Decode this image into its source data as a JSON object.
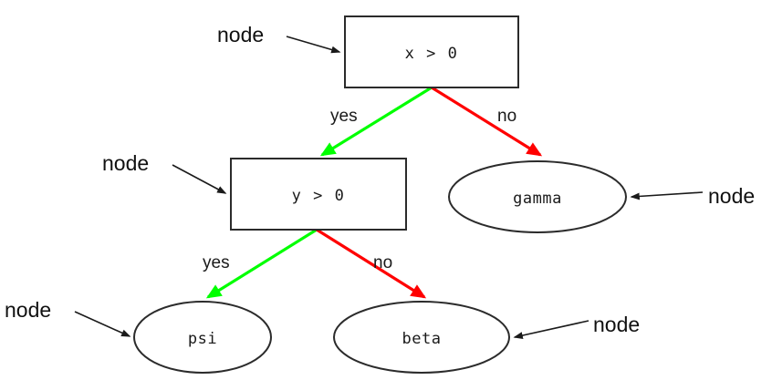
{
  "diagram": {
    "type": "decision-tree",
    "background_color": "#ffffff",
    "outline_color": "#2b2b2b",
    "text_color": "#1a1a1a",
    "yes_color": "#00ff00",
    "no_color": "#ff0000",
    "decision_nodes": [
      {
        "id": "root",
        "label": "x > 0",
        "shape": "rectangle"
      },
      {
        "id": "second",
        "label": "y > 0",
        "shape": "rectangle"
      }
    ],
    "leaf_nodes": [
      {
        "id": "gamma",
        "label": "gamma",
        "shape": "ellipse"
      },
      {
        "id": "psi",
        "label": "psi",
        "shape": "ellipse"
      },
      {
        "id": "beta",
        "label": "beta",
        "shape": "ellipse"
      }
    ],
    "edges": [
      {
        "from": "root",
        "to": "second",
        "label": "yes",
        "color": "#00ff00"
      },
      {
        "from": "root",
        "to": "gamma",
        "label": "no",
        "color": "#ff0000"
      },
      {
        "from": "second",
        "to": "psi",
        "label": "yes",
        "color": "#00ff00"
      },
      {
        "from": "second",
        "to": "beta",
        "label": "no",
        "color": "#ff0000"
      }
    ],
    "callouts": [
      {
        "id": "callout-root",
        "label": "node",
        "target": "root"
      },
      {
        "id": "callout-second",
        "label": "node",
        "target": "second"
      },
      {
        "id": "callout-gamma",
        "label": "node",
        "target": "gamma"
      },
      {
        "id": "callout-psi",
        "label": "node",
        "target": "psi"
      },
      {
        "id": "callout-beta",
        "label": "node",
        "target": "beta"
      }
    ]
  }
}
